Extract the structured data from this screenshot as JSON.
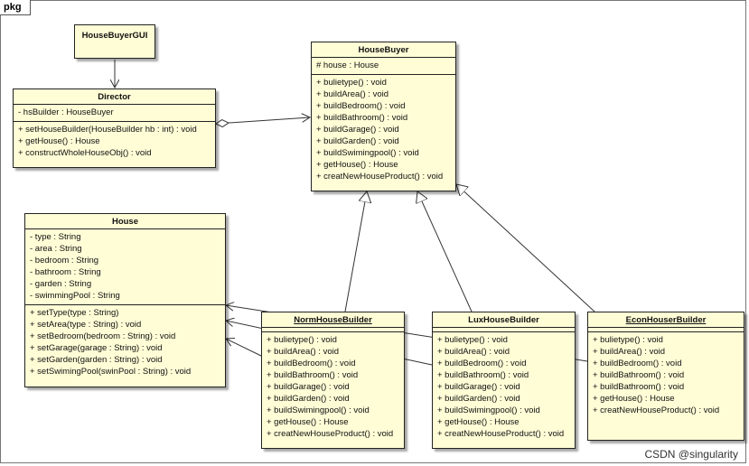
{
  "package_label": "pkg",
  "watermark": "CSDN @singularity",
  "classes": {
    "gui": {
      "name": "HouseBuyerGUI"
    },
    "director": {
      "name": "Director",
      "attributes": [
        "- hsBuilder : HouseBuyer"
      ],
      "operations": [
        "+ setHouseBuilder(HouseBuilder hb : int) : void",
        "+ getHouse() : House",
        "+ constructWholeHouseObj() : void"
      ]
    },
    "housebuyer": {
      "name": "HouseBuyer",
      "attributes": [
        "# house : House"
      ],
      "operations": [
        "+ bulietype() : void",
        "+ buildArea() : void",
        "+ buildBedroom() : void",
        "+ buildBathroom() : void",
        "+ buildGarage() : void",
        "+ buildGarden() : void",
        "+ buildSwimingpool() : void",
        "+ getHouse() : House",
        "+ creatNewHouseProduct() : void"
      ]
    },
    "house": {
      "name": "House",
      "attributes": [
        "- type : String",
        "- area : String",
        "- bedroom : String",
        "- bathroom : String",
        "- garden : String",
        "- swimmingPool : String"
      ],
      "operations": [
        "+ setType(type : String)",
        "+ setArea(type : String) : void",
        "+ setBedroom(bedroom : String) : void",
        "+ setGarage(garage : String) : void",
        "+ setGarden(garden : String) : void",
        "+ setSwimingPool(swinPool : String) : void"
      ]
    },
    "norm": {
      "name": "NormHouseBuilder",
      "operations": [
        "+ bulietype() : void",
        "+ buildArea() : void",
        "+ buildBedroom() : void",
        "+ buildBathroom() : void",
        "+ buildGarage() : void",
        "+ buildGarden() : void",
        "+ buildSwimingpool() : void",
        "+ getHouse() : House",
        "+ creatNewHouseProduct() : void"
      ]
    },
    "lux": {
      "name": "LuxHouseBuilder",
      "operations": [
        "+ bulietype() : void",
        "+ buildArea() : void",
        "+ buildBedroom() : void",
        "+ buildBathroom() : void",
        "+ buildGarage() : void",
        "+ buildGarden() : void",
        "+ buildSwimingpool() : void",
        "+ getHouse() : House",
        "+ creatNewHouseProduct() : void"
      ]
    },
    "econ": {
      "name": "EconHouserBuilder",
      "operations": [
        "+ bulietype() : void",
        "+ buildArea() : void",
        "+ buildBedroom() : void",
        "+ buildBathroom() : void",
        "+ buildBathroom() : void",
        "+ getHouse() : House",
        "+ creatNewHouseProduct() : void"
      ]
    }
  }
}
